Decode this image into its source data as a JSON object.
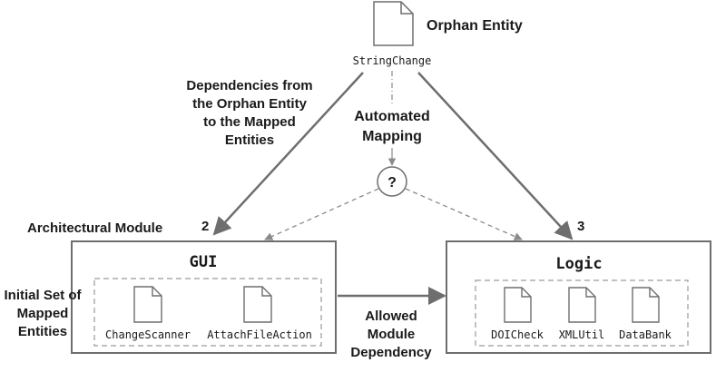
{
  "orphan": {
    "title": "Orphan Entity",
    "name": "StringChange"
  },
  "dependencies_label": [
    "Dependencies from",
    "the Orphan Entity",
    "to the Mapped",
    "Entities"
  ],
  "automated_mapping_label": [
    "Automated",
    "Mapping"
  ],
  "question_mark": "?",
  "architectural_module_label": "Architectural Module",
  "edge_counts": {
    "gui": "2",
    "logic": "3"
  },
  "gui_module": {
    "title": "GUI",
    "entities": [
      "ChangeScanner",
      "AttachFileAction"
    ]
  },
  "logic_module": {
    "title": "Logic",
    "entities": [
      "DOICheck",
      "XMLUtil",
      "DataBank"
    ]
  },
  "initial_set_label": [
    "Initial Set of",
    "Mapped",
    "Entities"
  ],
  "allowed_dependency_label": [
    "Allowed",
    "Module",
    "Dependency"
  ],
  "colors": {
    "stroke": "#6e6e6e",
    "dashed": "#8a8a8a",
    "text": "#1a1a1a"
  }
}
